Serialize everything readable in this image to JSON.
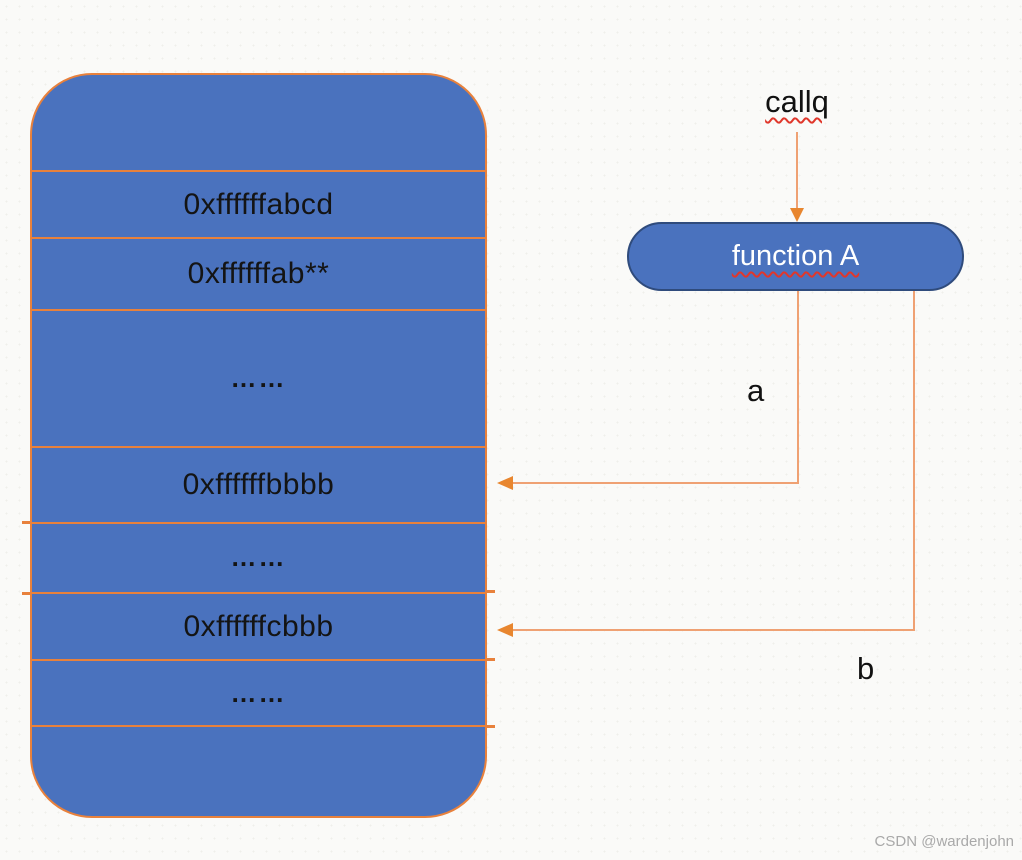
{
  "stack": {
    "rows": [
      {
        "label": ""
      },
      {
        "label": "0xffffffabcd"
      },
      {
        "label": "0xffffffab**"
      },
      {
        "label": "……"
      },
      {
        "label": "0xffffffbbbb"
      },
      {
        "label": "……"
      },
      {
        "label": "0xffffffcbbb"
      },
      {
        "label": "……"
      },
      {
        "label": ""
      }
    ]
  },
  "call": {
    "label": "callq"
  },
  "function_node": {
    "label": "function A"
  },
  "edges": {
    "a_label": "a",
    "b_label": "b"
  },
  "watermark": "CSDN @wardenjohn",
  "colors": {
    "bg": "#fafaf8",
    "blue": "#4a72be",
    "orange": "#e8813c",
    "arrow": "#efa173",
    "head": "#e8862f",
    "navy": "#2f4b7c",
    "red": "#e0372b",
    "watermark": "#a9a9a9"
  }
}
